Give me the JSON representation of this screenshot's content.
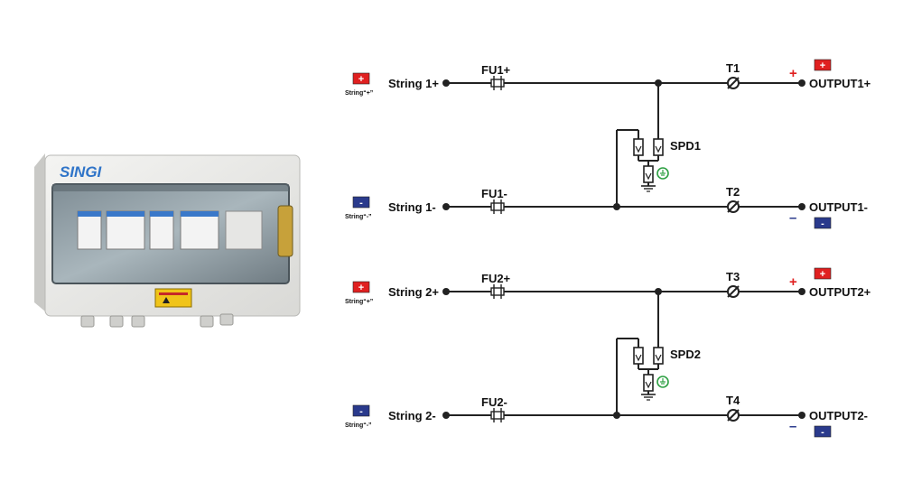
{
  "product": {
    "brand": "SINGI",
    "brand_color": "#2f74c8",
    "warning_label_color": "#f0c419"
  },
  "diagram": {
    "colors": {
      "wire": "#222222",
      "plus": "#e02020",
      "minus": "#2a3a8c",
      "ground": "#2ea043"
    },
    "circuits": [
      {
        "pos_badge": "+",
        "pos_small": "String“+”",
        "pos_label": "String 1+",
        "pos_fuse": "FU1+",
        "pos_terminal": "T1",
        "pos_sign": "+",
        "pos_output": "OUTPUT1+",
        "spd": "SPD1",
        "neg_badge": "-",
        "neg_small": "String“-”",
        "neg_label": "String 1-",
        "neg_fuse": "FU1-",
        "neg_terminal": "T2",
        "neg_sign": "–",
        "neg_output": "OUTPUT1-"
      },
      {
        "pos_badge": "+",
        "pos_small": "String“+”",
        "pos_label": "String 2+",
        "pos_fuse": "FU2+",
        "pos_terminal": "T3",
        "pos_sign": "+",
        "pos_output": "OUTPUT2+",
        "spd": "SPD2",
        "neg_badge": "-",
        "neg_small": "String“-”",
        "neg_label": "String 2-",
        "neg_fuse": "FU2-",
        "neg_terminal": "T4",
        "neg_sign": "–",
        "neg_output": "OUTPUT2-"
      }
    ]
  }
}
